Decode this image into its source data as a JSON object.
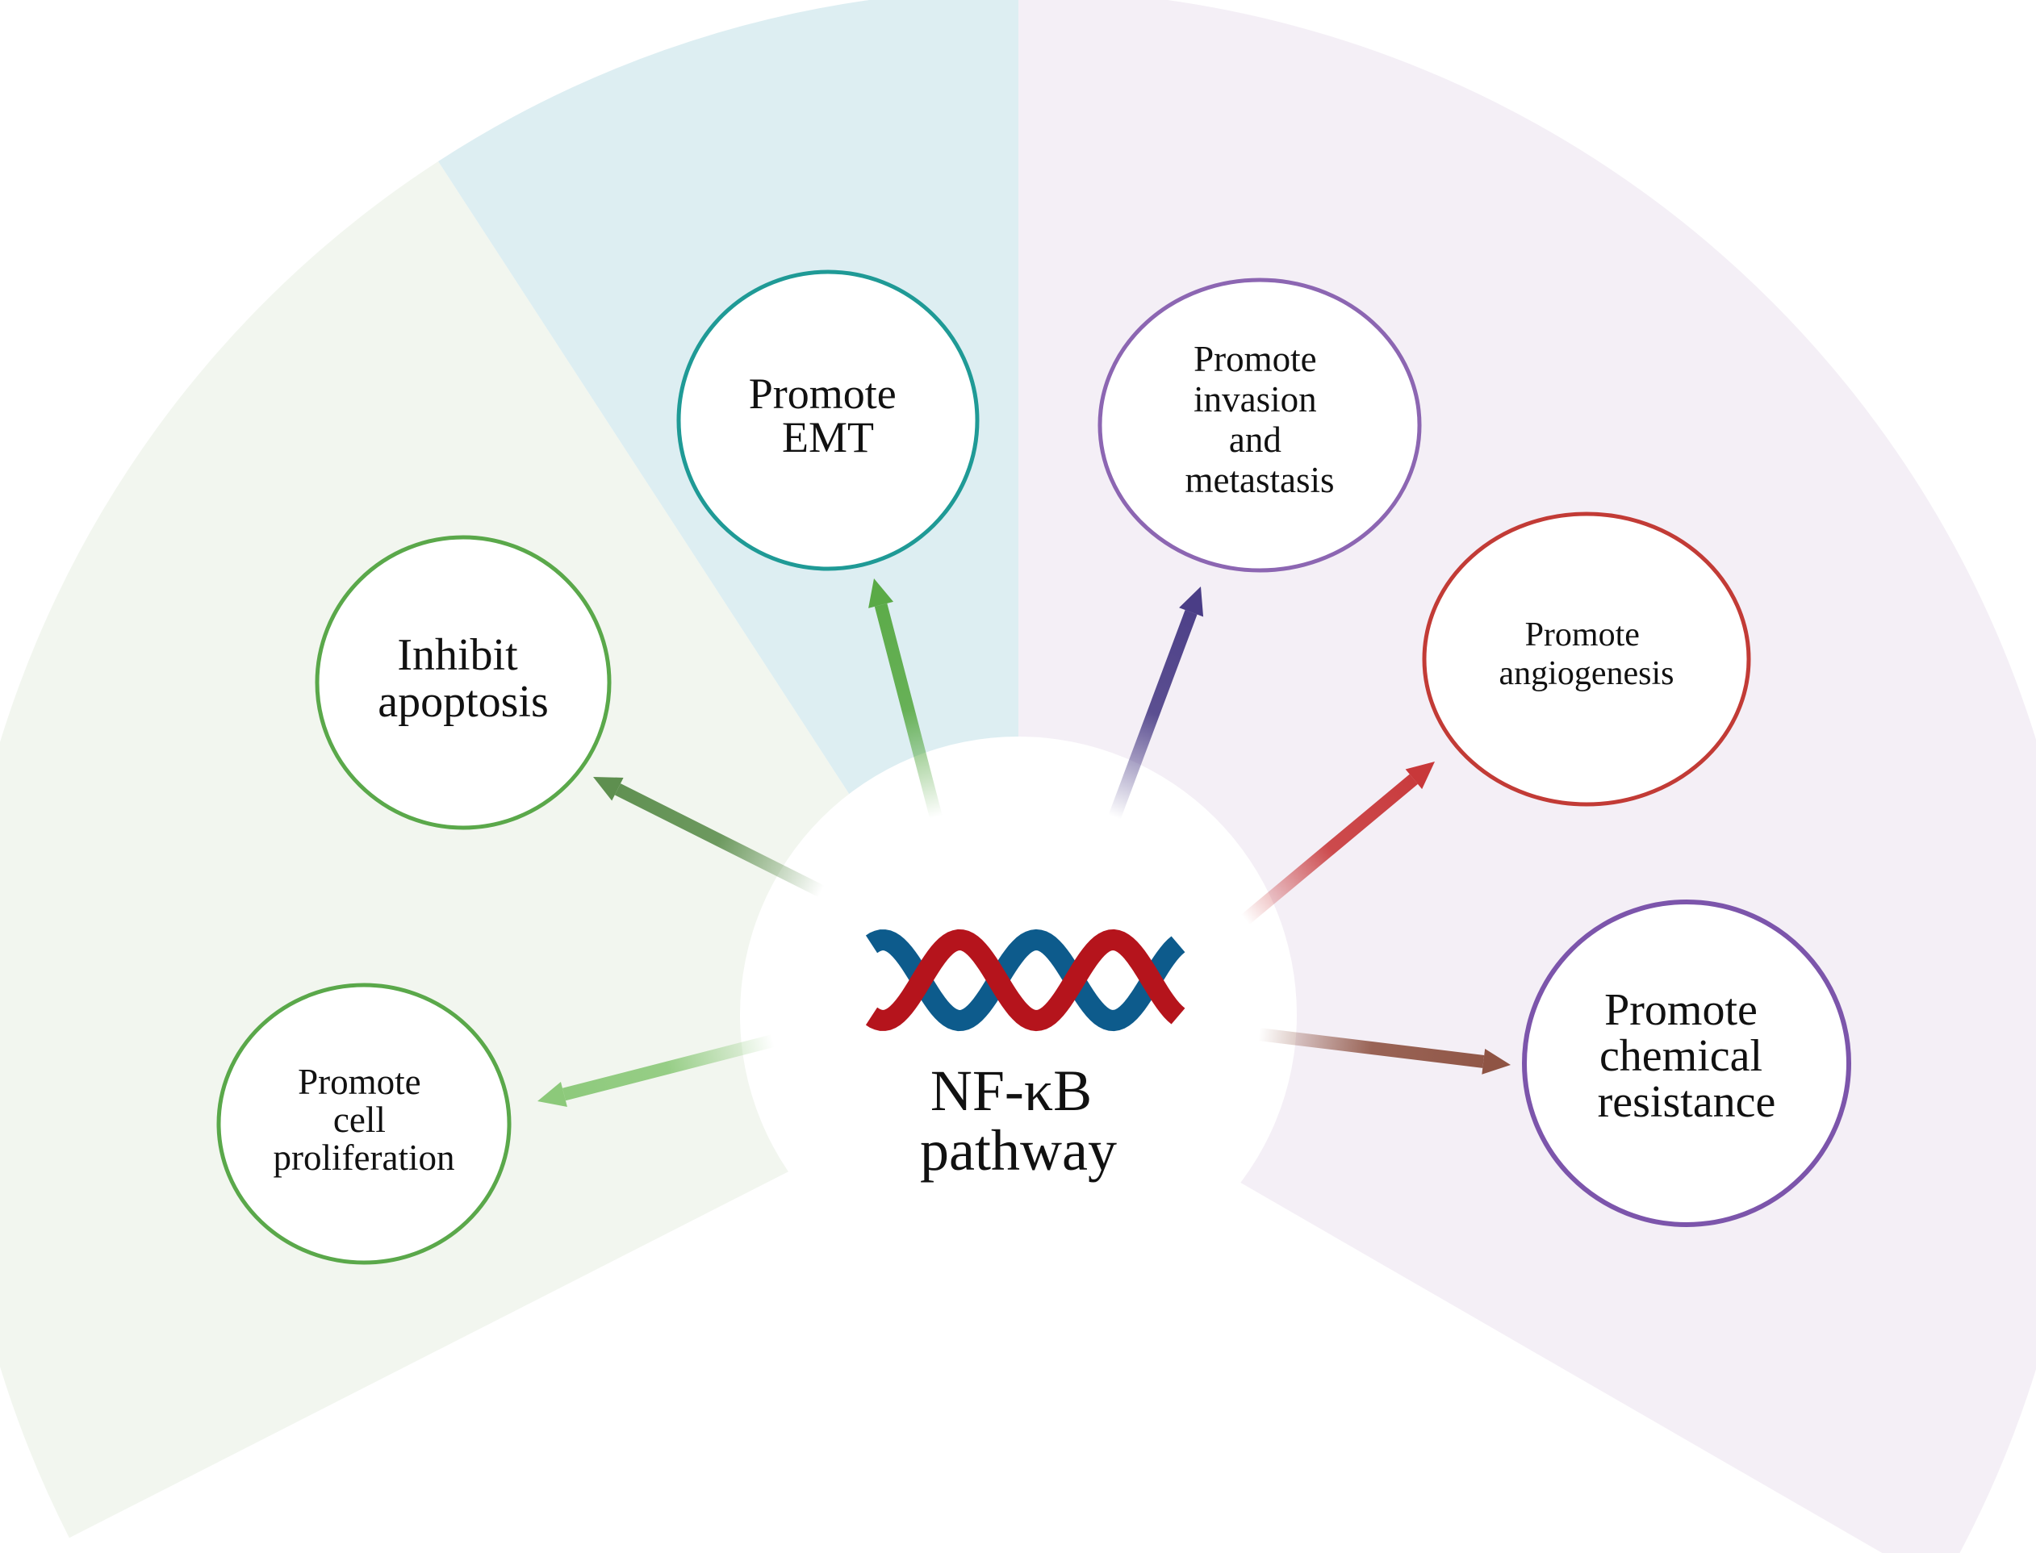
{
  "center": {
    "title_line1": "NF-κB",
    "title_line2": "pathway"
  },
  "nodes": [
    {
      "id": "proliferation",
      "lines": [
        "Promote",
        "cell",
        "proliferation"
      ],
      "color": "#5aa84a"
    },
    {
      "id": "apoptosis",
      "lines": [
        "Inhibit",
        "apoptosis"
      ],
      "color": "#5aa84a"
    },
    {
      "id": "emt",
      "lines": [
        "Promote",
        "EMT"
      ],
      "color": "#1f9a96"
    },
    {
      "id": "invasion",
      "lines": [
        "Promote",
        "invasion",
        "and",
        "metastasis"
      ],
      "color": "#8c66b2"
    },
    {
      "id": "angiogenesis",
      "lines": [
        "Promote",
        "angiogenesis"
      ],
      "color": "#c23b36"
    },
    {
      "id": "resistance",
      "lines": [
        "Promote",
        "chemical",
        "resistance"
      ],
      "color": "#7c55ab"
    }
  ],
  "arrows": [
    {
      "target": "proliferation",
      "color": "#8cc97a"
    },
    {
      "target": "apoptosis",
      "color": "#5e8f4f"
    },
    {
      "target": "emt",
      "color": "#5aaa46"
    },
    {
      "target": "invasion",
      "color": "#4a3d86"
    },
    {
      "target": "angiogenesis",
      "color": "#c8383a"
    },
    {
      "target": "resistance",
      "color": "#8f5444"
    }
  ],
  "sectors": [
    {
      "id": "green",
      "color": "#f2f6ef"
    },
    {
      "id": "blue",
      "color": "#ddeef2"
    },
    {
      "id": "purple",
      "color": "#f4eff6"
    }
  ],
  "dna": {
    "strand_a": "#b5141c",
    "strand_b": "#0d5b8c"
  }
}
